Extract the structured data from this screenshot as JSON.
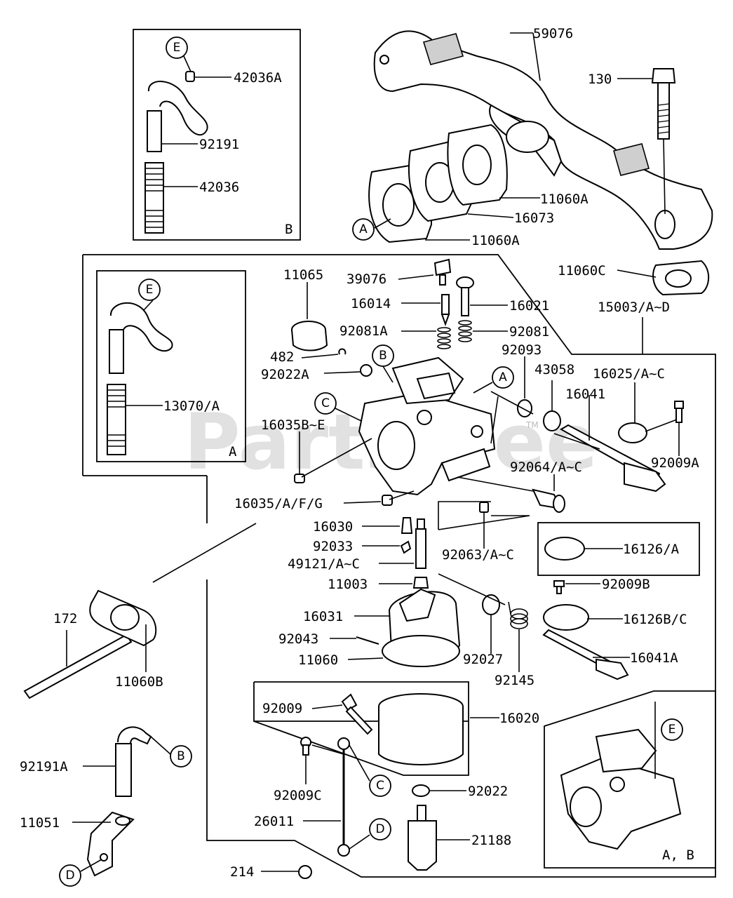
{
  "watermark": "PartsTree",
  "trademark": "TM",
  "boxes": {
    "b_label": "B",
    "a_label": "A",
    "ab_label": "A, B"
  },
  "callouts": {
    "e": "E",
    "b": "B",
    "a": "A",
    "c": "C",
    "d": "D"
  },
  "labels": {
    "p59076": "59076",
    "p130": "130",
    "p42036A": "42036A",
    "p92191": "92191",
    "p42036": "42036",
    "p11060A_1": "11060A",
    "p16073": "16073",
    "p11060A_2": "11060A",
    "p11060C": "11060C",
    "p15003": "15003/A~D",
    "p11065": "11065",
    "p39076": "39076",
    "p16014": "16014",
    "p16021": "16021",
    "p92081A": "92081A",
    "p92081": "92081",
    "p92093": "92093",
    "p482": "482",
    "p92022A": "92022A",
    "p43058": "43058",
    "p16025": "16025/A~C",
    "p16041": "16041",
    "p13070": "13070/A",
    "p16035BE": "16035B~E",
    "p92009A": "92009A",
    "p92064": "92064/A~C",
    "p16035AFG": "16035/A/F/G",
    "p16030": "16030",
    "p92033": "92033",
    "p49121": "49121/A~C",
    "p92063": "92063/A~C",
    "p16126A": "16126/A",
    "p11003": "11003",
    "p92009B": "92009B",
    "p172": "172",
    "p16031": "16031",
    "p16126BC": "16126B/C",
    "p92043": "92043",
    "p16041A": "16041A",
    "p11060": "11060",
    "p92027": "92027",
    "p11060B": "11060B",
    "p92145": "92145",
    "p92009": "92009",
    "p16020": "16020",
    "p92191A": "92191A",
    "p92022": "92022",
    "p92009C": "92009C",
    "p26011": "26011",
    "p11051": "11051",
    "p21188": "21188",
    "p214": "214"
  }
}
